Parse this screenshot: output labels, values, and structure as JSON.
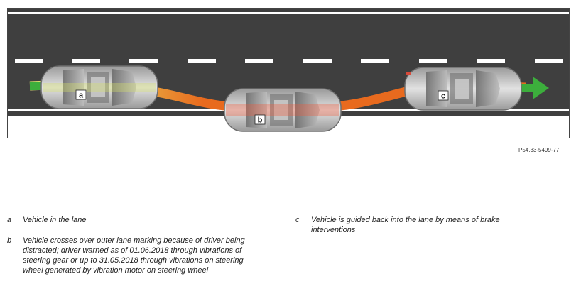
{
  "figure": {
    "reference": "P54.33-5499-77",
    "markers": [
      "a",
      "b",
      "c"
    ],
    "colors": {
      "road": "#3f3f3f",
      "lane_marking": "#ffffff",
      "path_start": "#e8d060",
      "path_main": "#e86a1e",
      "arrow_green": "#3cae3c",
      "car_body": "#bdbdbd",
      "warning_glow": "#f25a3a"
    }
  },
  "legend": [
    {
      "key": "a",
      "text": "Vehicle in the lane"
    },
    {
      "key": "b",
      "text": "Vehicle crosses over outer lane marking because of driver being distracted; driver warned as of 01.06.2018 through vibrations of steering gear or up to 31.05.2018 through vibrations on steering wheel generated by vibration motor on steering wheel"
    },
    {
      "key": "c",
      "text": "Vehicle is guided back into the lane by means of brake interventions"
    }
  ]
}
